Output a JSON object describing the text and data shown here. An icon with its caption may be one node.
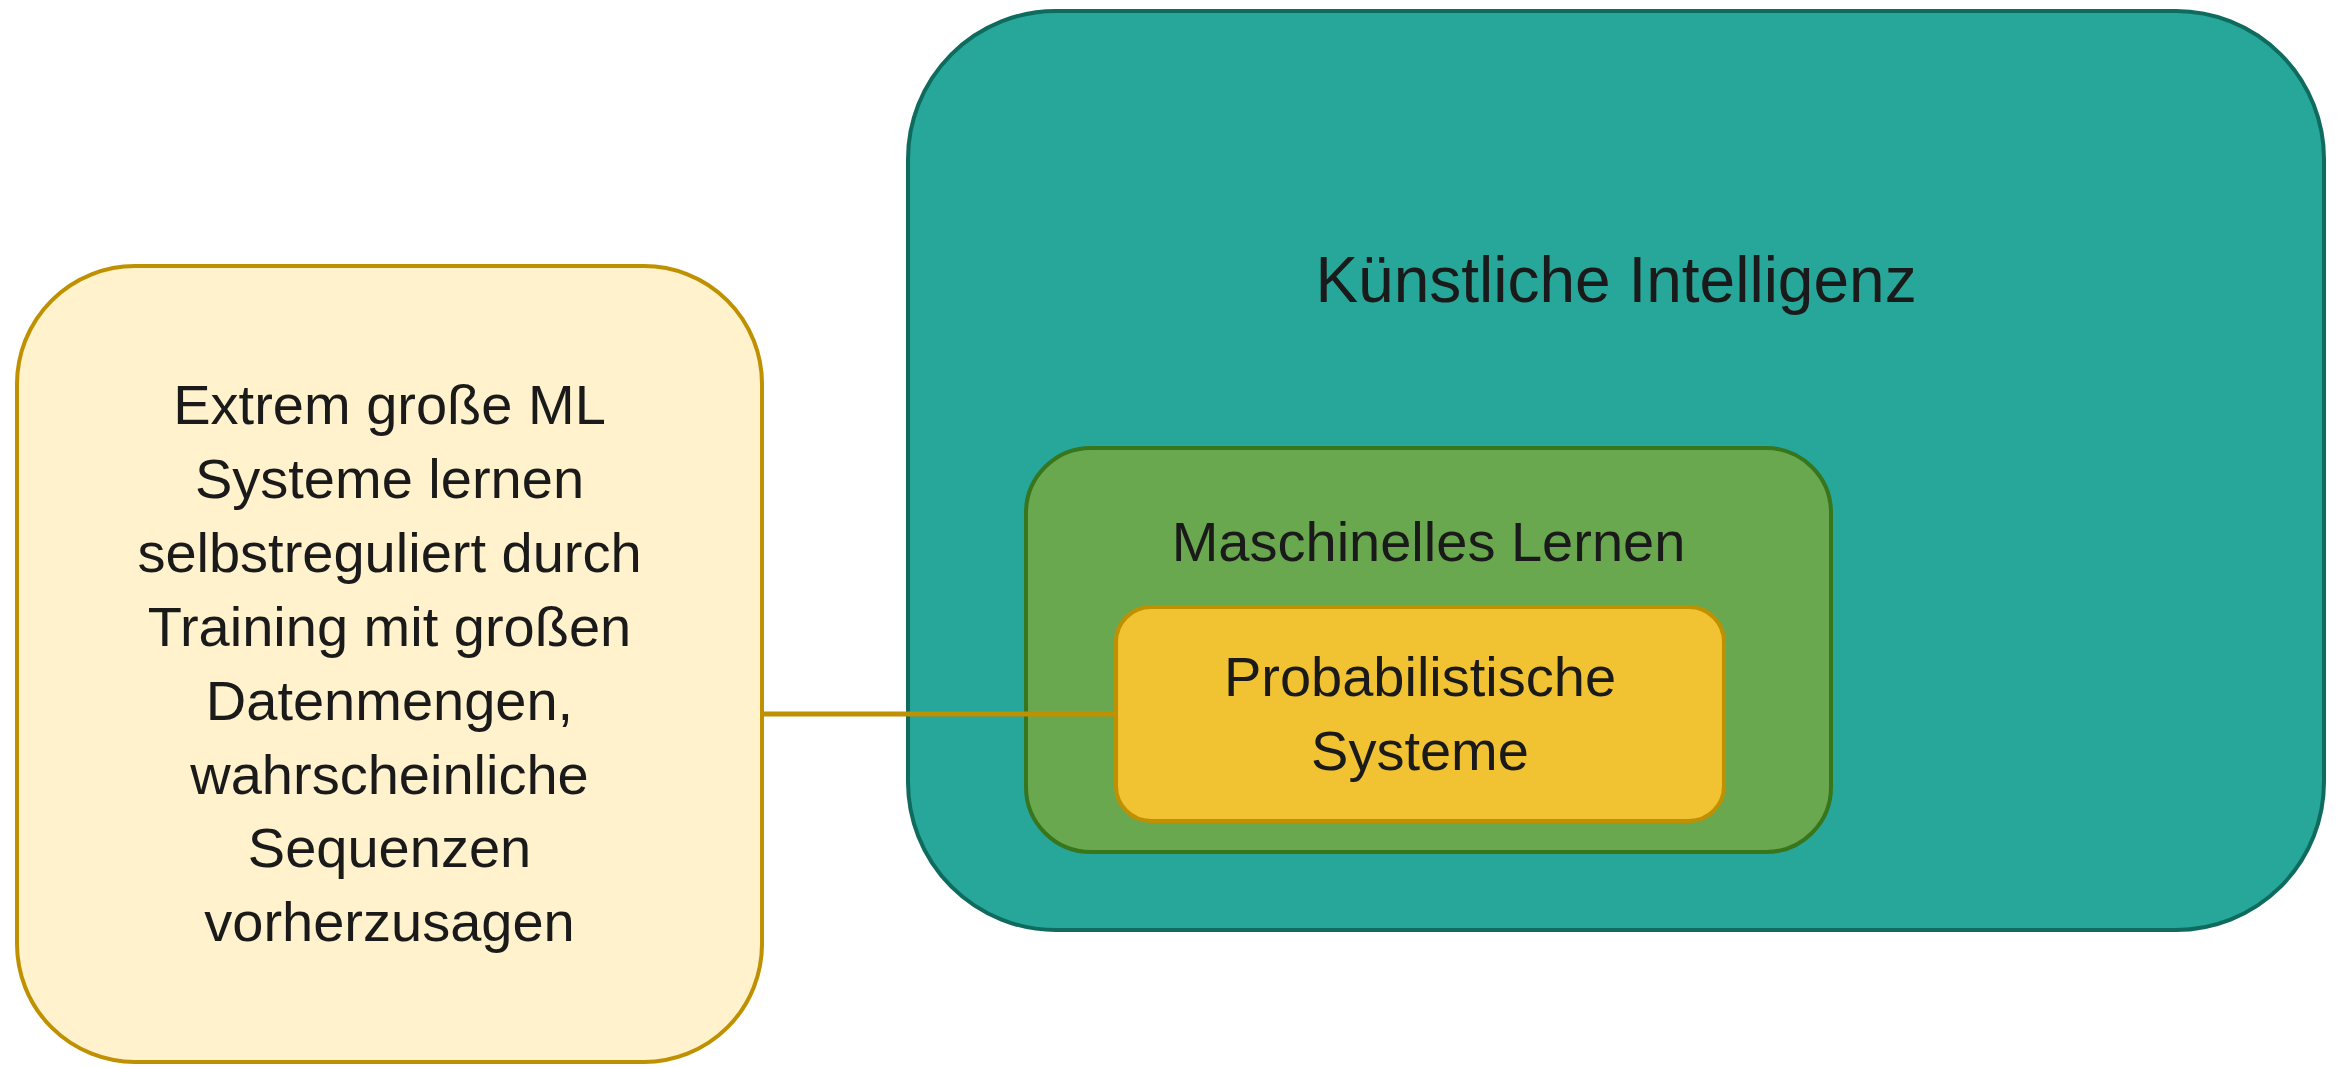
{
  "diagram": {
    "nodes": [
      {
        "text": [
          "Extrem große ML Systeme lernen selbstreguliert durch Training mit großen Datenmengen, wahrscheinliche Sequenzen vorherzusagen"
        ]
      },
      {
        "text": [
          "Künstliche Intelligenz"
        ]
      },
      {
        "text": [
          "Maschinelles Lernen"
        ],
        "in": 1
      },
      {
        "text": [
          "Probabilistische Systeme"
        ],
        "in": 2
      }
    ],
    "edges": [
      {
        "from": 0,
        "to": 3,
        "arrow": "none",
        "color": "#bf9000"
      }
    ]
  }
}
